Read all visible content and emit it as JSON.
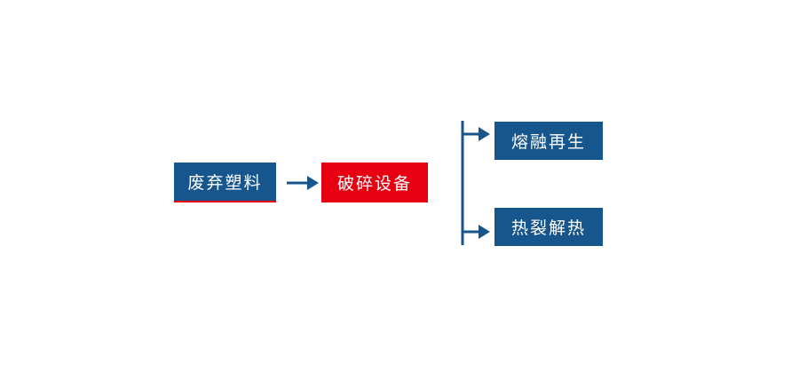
{
  "colors": {
    "node_blue": "#17568c",
    "node_red": "#e60012",
    "connector_blue": "#17568c",
    "text_white": "#ffffff",
    "background": "#ffffff"
  },
  "flowchart": {
    "nodes": [
      {
        "id": "waste-plastic",
        "label": "废弃塑料",
        "color": "#17568c"
      },
      {
        "id": "crushing-equipment",
        "label": "破碎设备",
        "color": "#e60012"
      },
      {
        "id": "melt-regeneration",
        "label": "熔融再生",
        "color": "#17568c"
      },
      {
        "id": "pyrolysis-heat",
        "label": "热裂解热",
        "color": "#17568c"
      }
    ],
    "edges": [
      {
        "from": "waste-plastic",
        "to": "crushing-equipment"
      },
      {
        "from": "crushing-equipment",
        "to": "melt-regeneration"
      },
      {
        "from": "crushing-equipment",
        "to": "pyrolysis-heat"
      }
    ]
  }
}
